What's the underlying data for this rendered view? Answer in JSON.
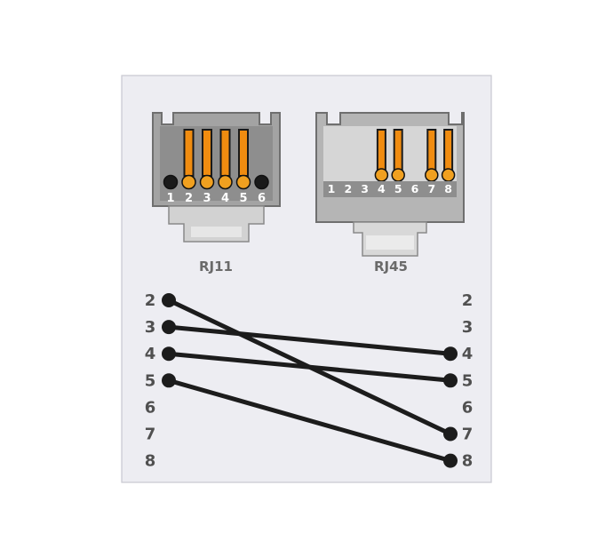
{
  "connectors": {
    "rj11": {
      "label": "RJ11",
      "pins": [
        "1",
        "2",
        "3",
        "4",
        "5",
        "6"
      ],
      "active_pins": [
        "2",
        "3",
        "4",
        "5"
      ]
    },
    "rj45": {
      "label": "RJ45",
      "pins": [
        "1",
        "2",
        "3",
        "4",
        "5",
        "6",
        "7",
        "8"
      ],
      "active_pins": [
        "4",
        "5",
        "7",
        "8"
      ]
    }
  },
  "wiring": {
    "left_pins": [
      "2",
      "3",
      "4",
      "5",
      "6",
      "7",
      "8"
    ],
    "right_pins": [
      "2",
      "3",
      "4",
      "5",
      "6",
      "7",
      "8"
    ],
    "connections": [
      {
        "from": "2",
        "to": "7"
      },
      {
        "from": "3",
        "to": "4"
      },
      {
        "from": "4",
        "to": "5"
      },
      {
        "from": "5",
        "to": "8"
      }
    ]
  },
  "colors": {
    "panel_bg": "#ededf2",
    "panel_border": "#c8c8d0",
    "connector_body": "#9a9a9a",
    "connector_dark": "#6f6f6f",
    "contact_gold": "#f0a020",
    "contact_dark": "#1a1a1a",
    "wire": "#1c1c1c",
    "pin_label": "#505050",
    "connector_pin_label": "#ffffff"
  }
}
